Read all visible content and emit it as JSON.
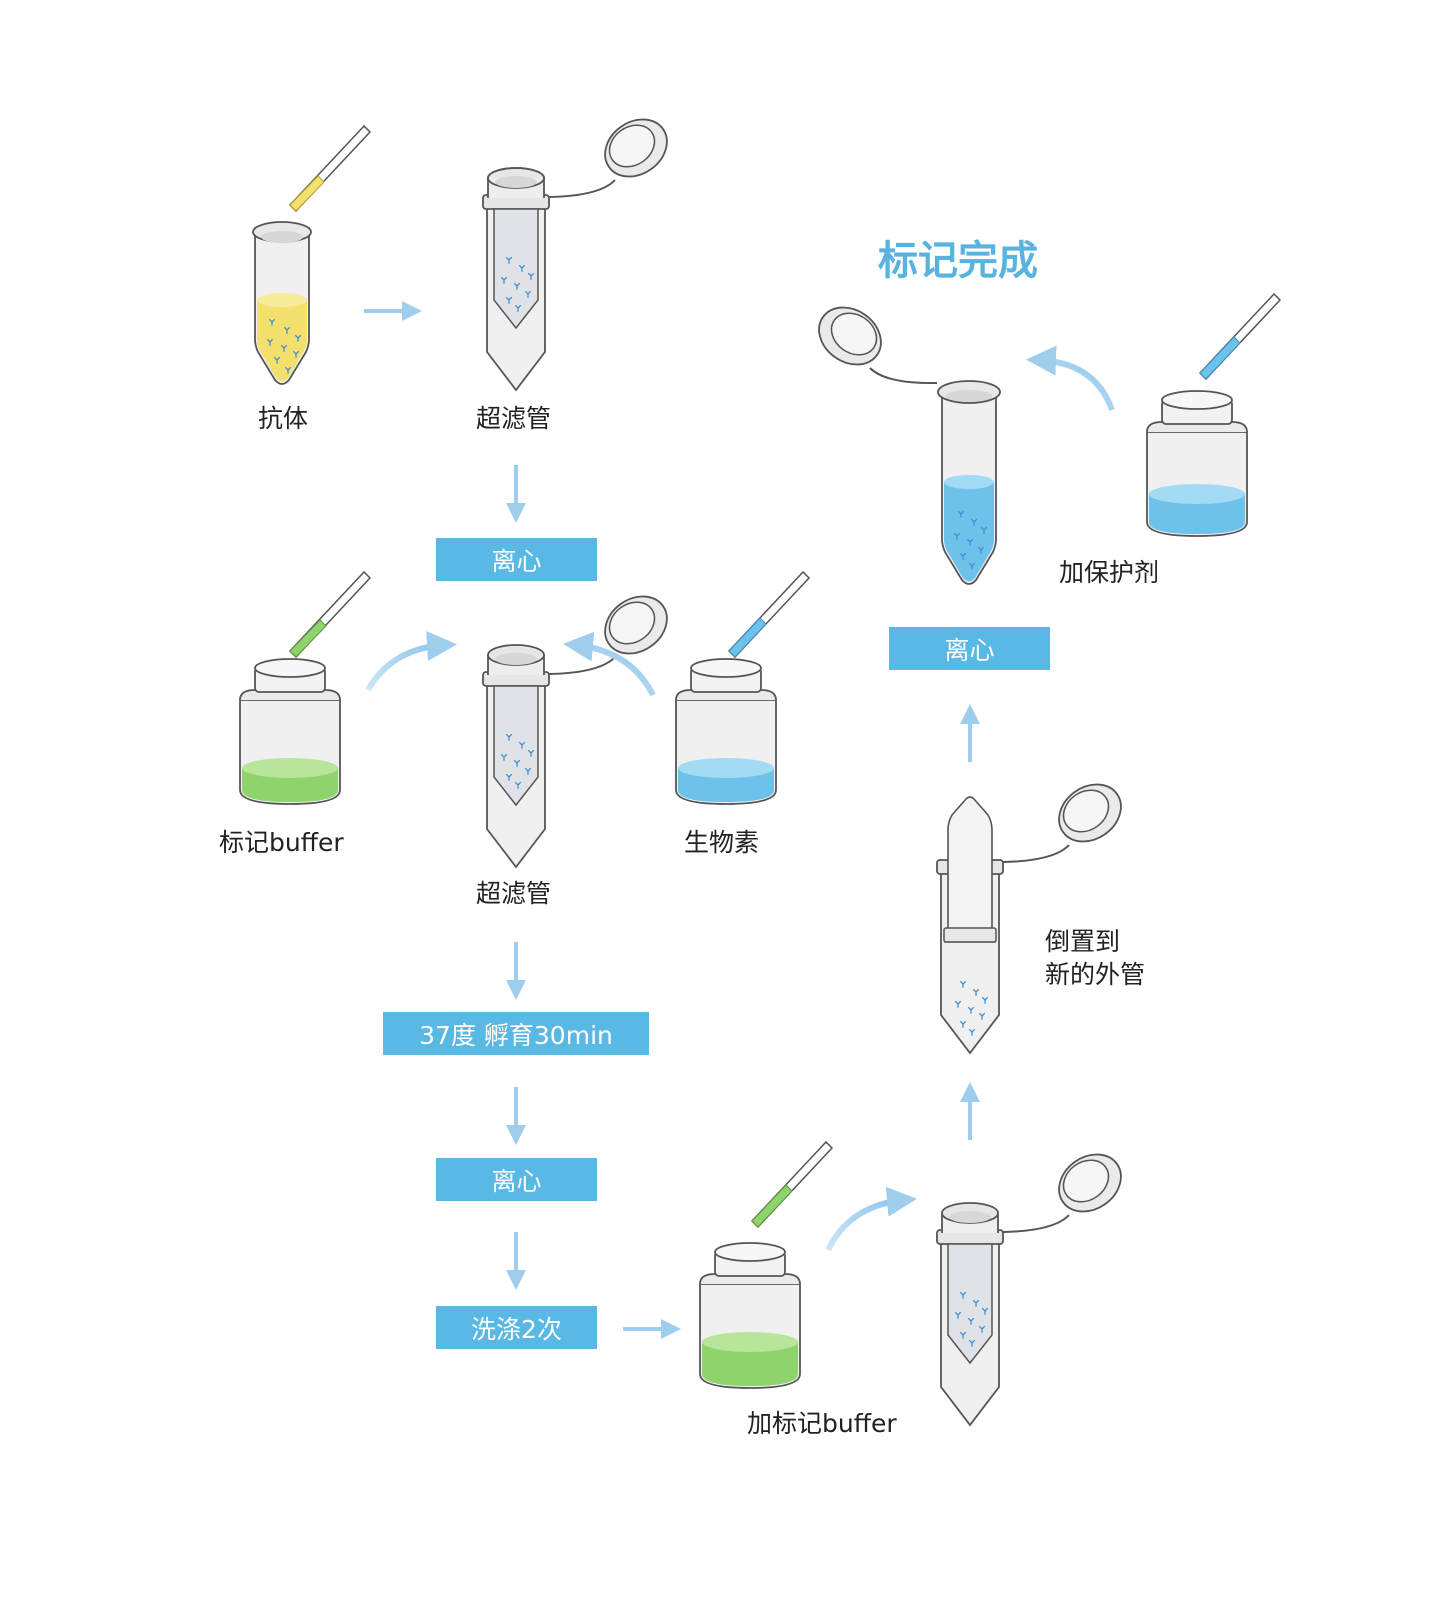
{
  "title": "标记完成",
  "labels": {
    "antibody": "抗体",
    "ultrafilter_1": "超滤管",
    "label_buffer": "标记buffer",
    "ultrafilter_2": "超滤管",
    "biotin": "生物素",
    "add_protectant": "加保护剂",
    "invert_line1": "倒置到",
    "invert_line2": "新的外管",
    "add_label_buffer": "加标记buffer"
  },
  "steps": {
    "centrifuge_1": "离心",
    "incubate": "37度 孵育30min",
    "centrifuge_2": "离心",
    "wash": "洗涤2次",
    "centrifuge_3": "离心"
  },
  "colors": {
    "accent_blue": "#5ab8e4",
    "arrow": "#9fcdee",
    "yellow_liquid": "#f3e06d",
    "green_liquid": "#8ed36c",
    "blue_liquid": "#6cc2ea",
    "glass": "#eeeeee",
    "outline": "#555555"
  }
}
